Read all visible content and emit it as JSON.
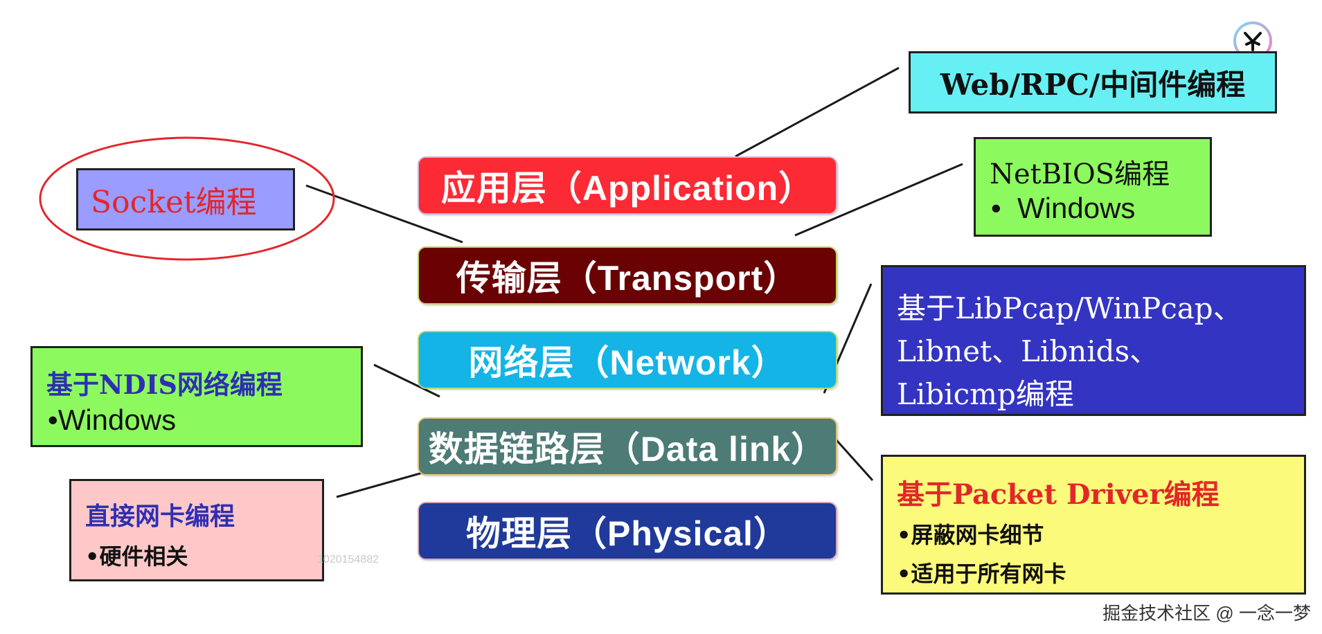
{
  "layers": {
    "application": "应用层（Application）",
    "transport": "传输层（Transport）",
    "network": "网络层（Network）",
    "datalink": "数据链路层（Data link）",
    "physical": "物理层（Physical）"
  },
  "web_box": {
    "text": "Web/RPC/中间件编程"
  },
  "socket_box": {
    "text": "Socket编程"
  },
  "netbios_box": {
    "title": "NetBIOS编程",
    "bullet": "•  Windows"
  },
  "libpcap_box": {
    "line1": "基于LibPcap/WinPcap、",
    "line2": "Libnet、Libnids、",
    "line3": "Libicmp编程"
  },
  "ndis_box": {
    "title": "基于NDIS网络编程",
    "bullet": "•Windows"
  },
  "nic_box": {
    "title": "直接网卡编程",
    "bullet": "•硬件相关"
  },
  "packet_box": {
    "title": "基于Packet Driver编程",
    "bullet1": "•屏蔽网卡细节",
    "bullet2": "•适用于所有网卡"
  },
  "watermark_id": "1020154882",
  "footer_credit": "掘金技术社区 @ 一念一梦",
  "colors": {
    "application": "#fb2a35",
    "transport": "#6a0204",
    "network": "#14b4e6",
    "datalink": "#4d7b76",
    "physical": "#1f3a9a",
    "web_box": "#66f0f3",
    "socket_box": "#9a9cff",
    "netbios_box": "#8cfa5e",
    "libpcap_box": "#3434c2",
    "ndis_box": "#8cfa5e",
    "nic_box": "#fec8c9",
    "packet_box": "#fcfa7a"
  }
}
